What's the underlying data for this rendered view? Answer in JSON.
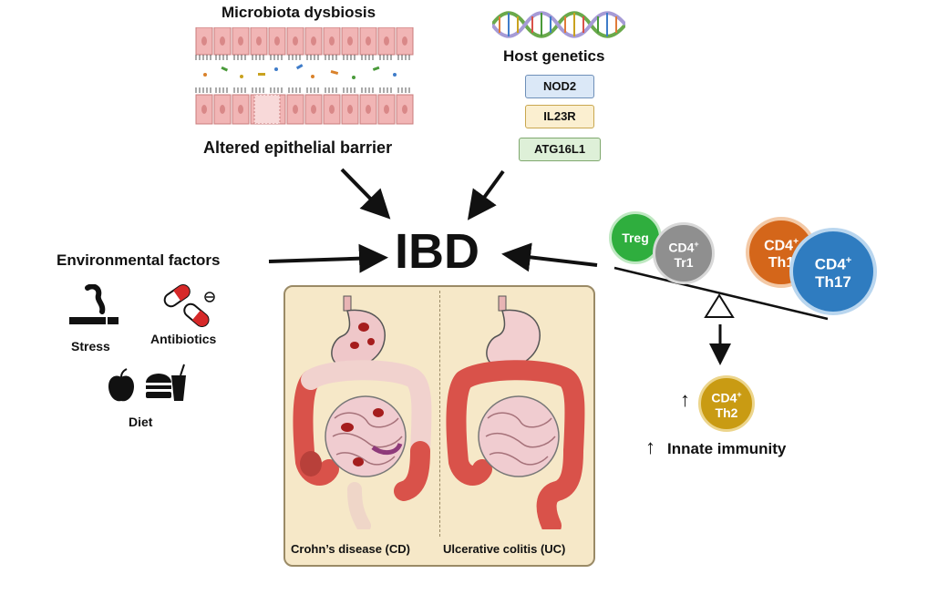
{
  "top": {
    "microbiota_title": "Microbiota dysbiosis",
    "barrier_label": "Altered epithelial barrier"
  },
  "genetics": {
    "title": "Host genetics",
    "genes": [
      {
        "name": "NOD2",
        "bg": "#dbe8f7",
        "border": "#6e8fb8"
      },
      {
        "name": "IL23R",
        "bg": "#fbefd0",
        "border": "#c9a74f"
      },
      {
        "name": "ATG16L1",
        "bg": "#def0d8",
        "border": "#7fa86e"
      }
    ]
  },
  "center": {
    "title": "IBD"
  },
  "environment": {
    "title": "Environmental factors",
    "stress": "Stress",
    "antibiotics": "Antibiotics",
    "diet": "Diet"
  },
  "disease": {
    "cd_label": "Crohn’s disease (CD)",
    "uc_label": "Ulcerative colitis (UC)"
  },
  "immunity": {
    "treg": "Treg",
    "cd4": "CD4",
    "sup": "+",
    "tr1": "Tr1",
    "th1": "Th1",
    "th17": "Th17",
    "th2": "Th2",
    "up_arrow": "↑",
    "innate": "Innate immunity"
  },
  "colors": {
    "treg": "#2fae3e",
    "tr1": "#8f8f8f",
    "th1": "#d4661a",
    "th17": "#2f7cc0",
    "th2": "#c99b13",
    "gut_inflamed": "#d9524a",
    "gut_healthy": "#f0c9c4"
  }
}
